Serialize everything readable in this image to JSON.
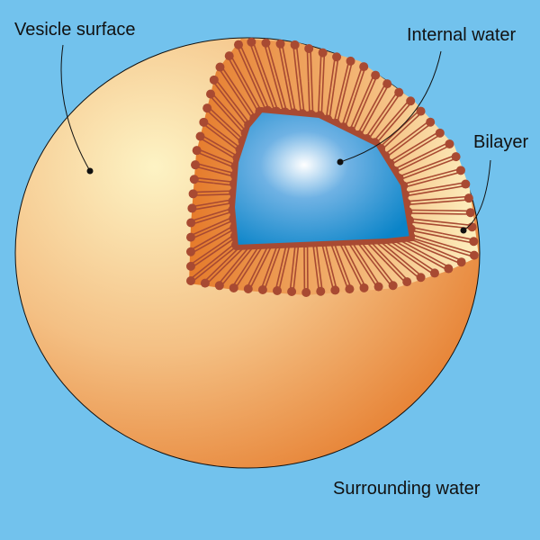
{
  "labels": {
    "vesicle_surface": "Vesicle surface",
    "internal_water": "Internal water",
    "bilayer": "Bilayer",
    "surrounding_water": "Surrounding water"
  },
  "colors": {
    "background": "#72c2ed",
    "lipid": "#a84a32",
    "water_inner": "#0a84c8"
  }
}
